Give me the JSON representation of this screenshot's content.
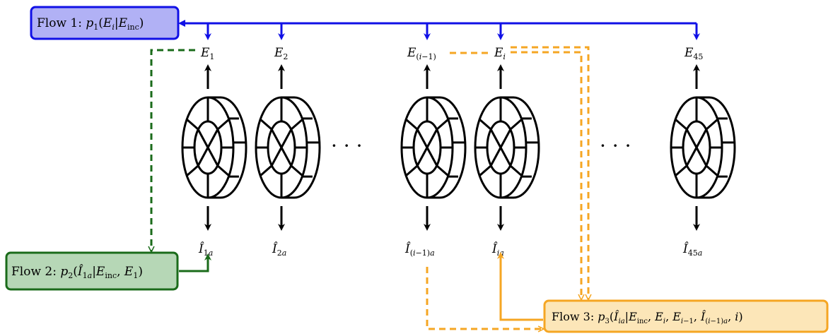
{
  "flows": [
    {
      "id": "flow1",
      "label": "Flow 1: ",
      "formula": "p1(Ei|Einc)",
      "fill": "#b1b1f5",
      "stroke": "#1010e6"
    },
    {
      "id": "flow2",
      "label": "Flow 2: ",
      "formula": "p2(Î1a|Einc, E1)",
      "fill": "#b6d7b6",
      "stroke": "#1a6b1a"
    },
    {
      "id": "flow3",
      "label": "Flow 3: ",
      "formula": "p3(Îia|Einc, Ei, Ei−1, Î(i−1)a, i)",
      "fill": "#fce6b8",
      "stroke": "#f5a623"
    }
  ],
  "energies": [
    "E1",
    "E2",
    "E(i−1)",
    "Ei",
    "E45"
  ],
  "images": [
    "Î1a",
    "Î2a",
    "Î(i−1)a",
    "Îia",
    "Î45a"
  ],
  "ellipsis": "· · ·",
  "colors": {
    "blue": "#1010e6",
    "green": "#1a6b1a",
    "orange": "#f5a623",
    "black": "#000000"
  }
}
